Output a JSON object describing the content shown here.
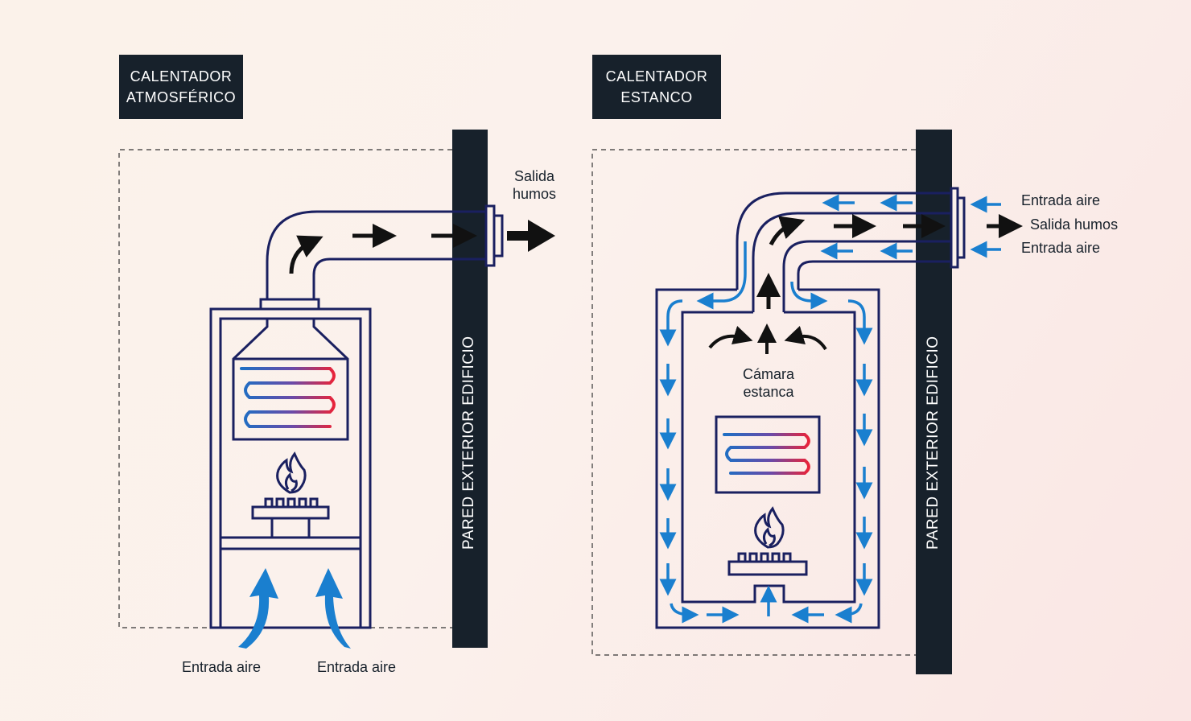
{
  "colors": {
    "line": "#1a2060",
    "wall": "#17212b",
    "hot": "#e8243a",
    "cold": "#1d6fc4",
    "arrow_air": "#1a7fcf",
    "arrow_smoke": "#111111"
  },
  "left": {
    "title_line1": "CALENTADOR",
    "title_line2": "ATMOSFÉRICO",
    "wall_label": "PARED EXTERIOR EDIFICIO",
    "smoke_label_line1": "Salida",
    "smoke_label_line2": "humos",
    "air_in_label_1": "Entrada aire",
    "air_in_label_2": "Entrada aire"
  },
  "right": {
    "title_line1": "CALENTADOR",
    "title_line2": "ESTANCO",
    "wall_label": "PARED EXTERIOR EDIFICIO",
    "chamber_label_line1": "Cámara",
    "chamber_label_line2": "estanca",
    "air_in_top": "Entrada aire",
    "smoke_out": "Salida humos",
    "air_in_bottom": "Entrada aire"
  },
  "icons": [
    "flame-icon",
    "burner-icon",
    "heat-exchanger-icon",
    "arrow-icon"
  ]
}
